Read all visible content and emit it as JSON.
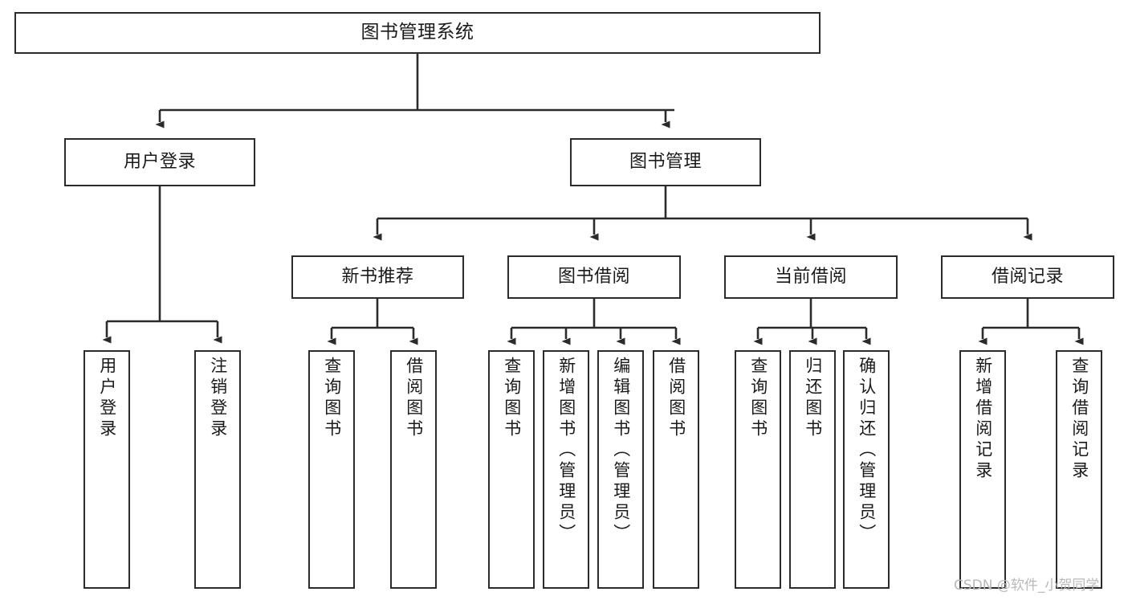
{
  "diagram": {
    "title": "图书管理系统",
    "type": "tree-hierarchy",
    "watermark": "CSDN @软件_小贺同学",
    "colors": {
      "background": "#ffffff",
      "box_border": "#2b2b2b",
      "box_fill": "#ffffff",
      "text": "#1a1a1a",
      "edge": "#2b2b2b",
      "watermark": "#b9b9b9"
    },
    "nodes": {
      "root": {
        "label": "图书管理系统",
        "level": 1,
        "orientation": "horizontal"
      },
      "l2": [
        {
          "id": "user-login",
          "label": "用户登录",
          "level": 2,
          "orientation": "horizontal"
        },
        {
          "id": "book-management",
          "label": "图书管理",
          "level": 2,
          "orientation": "horizontal"
        }
      ],
      "l3": [
        {
          "id": "new-book-recommend",
          "label": "新书推荐",
          "level": 3,
          "orientation": "horizontal"
        },
        {
          "id": "book-borrow",
          "label": "图书借阅",
          "level": 3,
          "orientation": "horizontal"
        },
        {
          "id": "current-borrow",
          "label": "当前借阅",
          "level": 3,
          "orientation": "horizontal"
        },
        {
          "id": "borrow-record",
          "label": "借阅记录",
          "level": 3,
          "orientation": "horizontal"
        }
      ],
      "leaves": [
        {
          "id": "leaf-user-login",
          "label": "用户登录",
          "parent": "user-login",
          "orientation": "vertical"
        },
        {
          "id": "leaf-user-logout",
          "label": "注销登录",
          "parent": "user-login",
          "orientation": "vertical"
        },
        {
          "id": "leaf-query-book-1",
          "label": "查询图书",
          "parent": "new-book-recommend",
          "orientation": "vertical"
        },
        {
          "id": "leaf-borrow-book-1",
          "label": "借阅图书",
          "parent": "new-book-recommend",
          "orientation": "vertical"
        },
        {
          "id": "leaf-query-book-2",
          "label": "查询图书",
          "parent": "book-borrow",
          "orientation": "vertical"
        },
        {
          "id": "leaf-add-book",
          "label": "新增图书（管理员）",
          "parent": "book-borrow",
          "orientation": "vertical"
        },
        {
          "id": "leaf-edit-book",
          "label": "编辑图书（管理员）",
          "parent": "book-borrow",
          "orientation": "vertical"
        },
        {
          "id": "leaf-borrow-book-2",
          "label": "借阅图书",
          "parent": "book-borrow",
          "orientation": "vertical"
        },
        {
          "id": "leaf-query-book-3",
          "label": "查询图书",
          "parent": "current-borrow",
          "orientation": "vertical"
        },
        {
          "id": "leaf-return-book",
          "label": "归还图书",
          "parent": "current-borrow",
          "orientation": "vertical"
        },
        {
          "id": "leaf-confirm-return",
          "label": "确认归还（管理员）",
          "parent": "current-borrow",
          "orientation": "vertical"
        },
        {
          "id": "leaf-add-record",
          "label": "新增借阅记录",
          "parent": "borrow-record",
          "orientation": "vertical"
        },
        {
          "id": "leaf-query-record",
          "label": "查询借阅记录",
          "parent": "borrow-record",
          "orientation": "vertical"
        }
      ]
    }
  }
}
